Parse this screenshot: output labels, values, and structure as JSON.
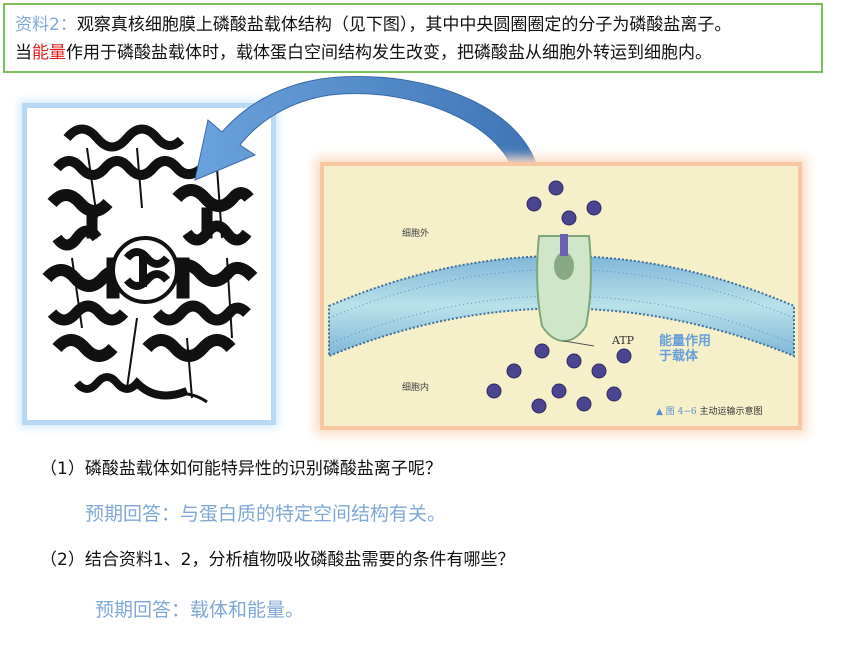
{
  "material": {
    "label": "资料2：",
    "line1_rest": "观察真核细胞膜上磷酸盐载体结构（见下图），其中中央圆圈圈定的分子为磷酸盐离子。",
    "line2_before": "当",
    "line2_highlight": "能量",
    "line2_after": "作用于磷酸盐载体时，载体蛋白空间结构发生改变，把磷酸盐从细胞外转运到细胞内。"
  },
  "diagram": {
    "outside_label": "细胞外",
    "inside_label": "细胞内",
    "atp_label": "ATP",
    "overlay_line1": "能量作用",
    "overlay_line2": "于载体",
    "caption_fig": "▲ 图 4−6",
    "caption_title": "主动运输示意图"
  },
  "questions": [
    {
      "text": "（1）磷酸盐载体如何能特异性的识别磷酸盐离子呢？",
      "answer": "预期回答：与蛋白质的特定空间结构有关。"
    },
    {
      "text": "（2）结合资料1、2，分析植物吸收磷酸盐需要的条件有哪些？",
      "answer": "预期回答：载体和能量。"
    }
  ],
  "colors": {
    "border_green": "#7cbf5a",
    "label_blue": "#7fa8d6",
    "highlight_red": "#e02020",
    "arrow_blue": "#4a86c8",
    "ion_purple": "#4b4590"
  }
}
